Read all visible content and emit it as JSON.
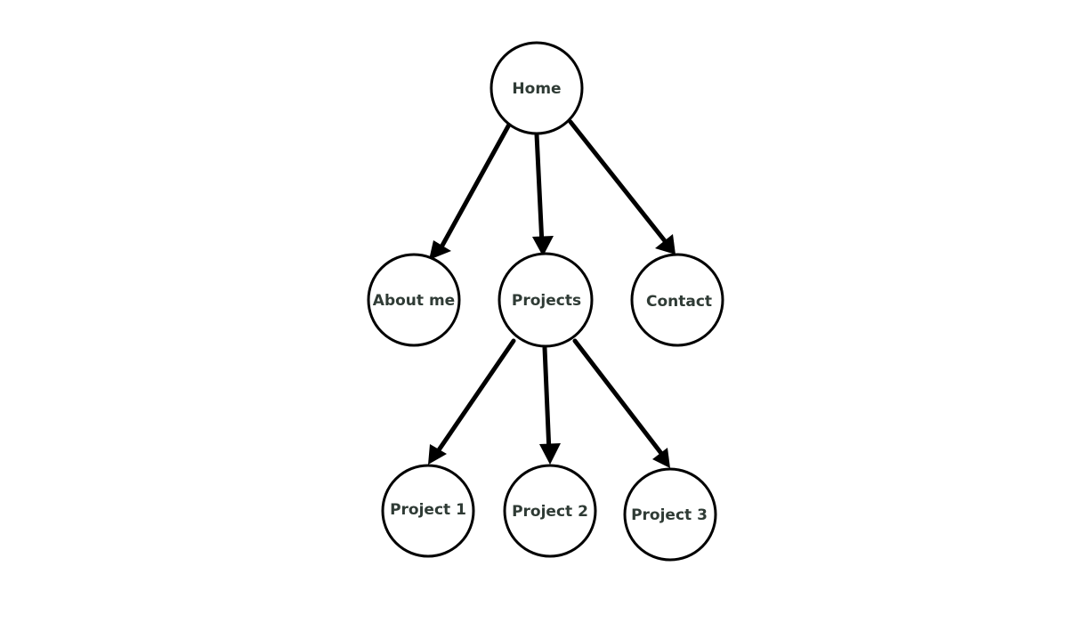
{
  "diagram": {
    "type": "tree",
    "nodes": [
      {
        "id": "home",
        "label": "Home"
      },
      {
        "id": "about",
        "label": "About me"
      },
      {
        "id": "projects",
        "label": "Projects"
      },
      {
        "id": "contact",
        "label": "Contact"
      },
      {
        "id": "project1",
        "label": "Project 1"
      },
      {
        "id": "project2",
        "label": "Project 2"
      },
      {
        "id": "project3",
        "label": "Project 3"
      }
    ],
    "edges": [
      {
        "from": "home",
        "to": "about"
      },
      {
        "from": "home",
        "to": "projects"
      },
      {
        "from": "home",
        "to": "contact"
      },
      {
        "from": "projects",
        "to": "project1"
      },
      {
        "from": "projects",
        "to": "project2"
      },
      {
        "from": "projects",
        "to": "project3"
      }
    ]
  }
}
